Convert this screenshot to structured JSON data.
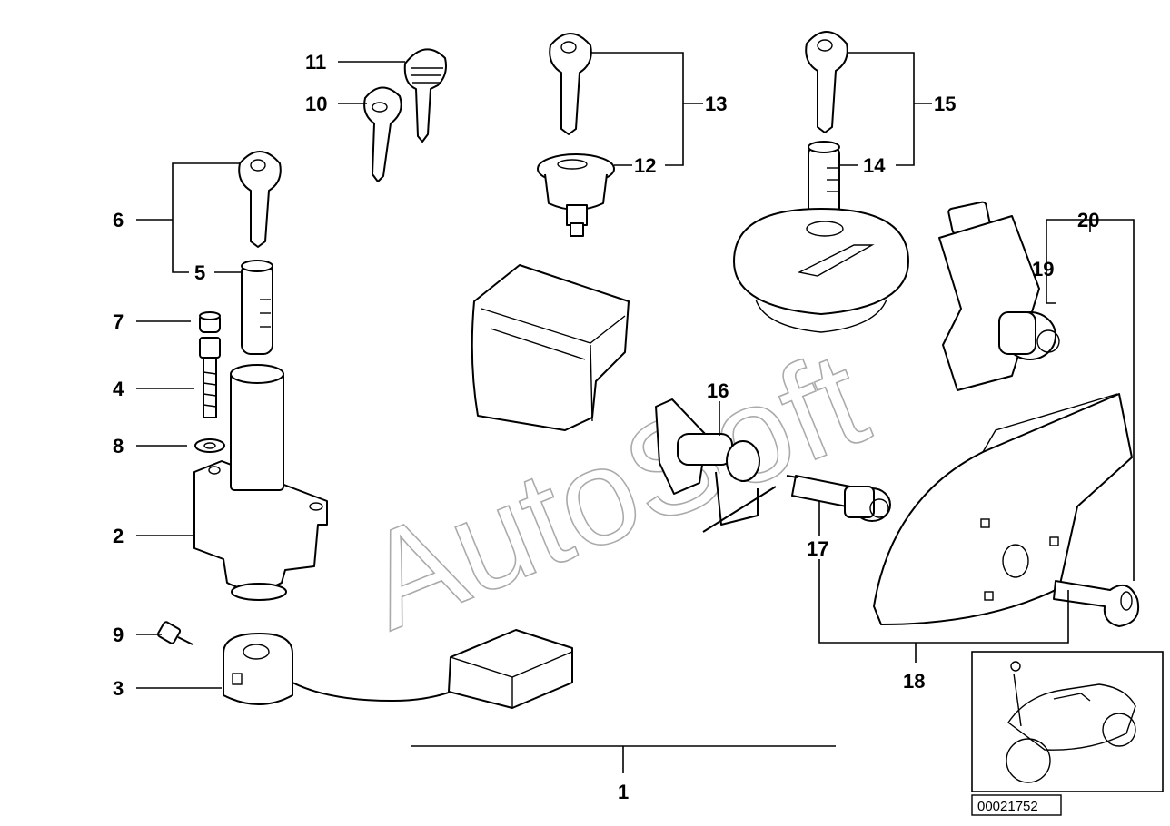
{
  "watermark": "AutoSoft",
  "catalog_number": "00021752",
  "callouts": {
    "n1": "1",
    "n2": "2",
    "n3": "3",
    "n4": "4",
    "n5": "5",
    "n6": "6",
    "n7": "7",
    "n8": "8",
    "n9": "9",
    "n10": "10",
    "n11": "11",
    "n12": "12",
    "n13": "13",
    "n14": "14",
    "n15": "15",
    "n16": "16",
    "n17": "17",
    "n18": "18",
    "n19": "19",
    "n20": "20"
  }
}
